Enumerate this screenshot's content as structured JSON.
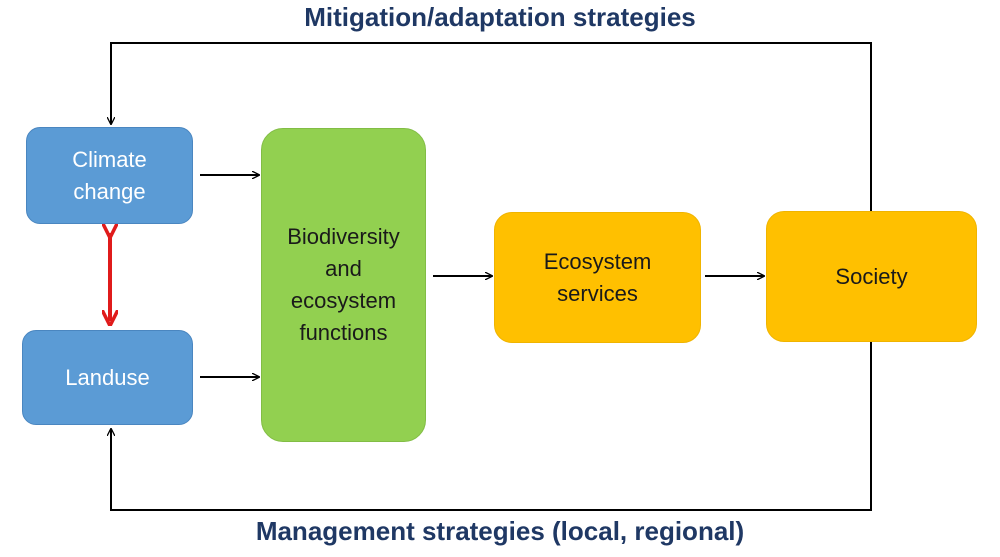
{
  "titles": {
    "top": "Mitigation/adaptation strategies",
    "bottom": "Management strategies (local, regional)"
  },
  "nodes": {
    "climate_change": "Climate\nchange",
    "landuse": "Landuse",
    "biodiversity": "Biodiversity\nand\necosystem\nfunctions",
    "ecosystem_services": "Ecosystem\nservices",
    "society": "Society"
  },
  "edges": [
    {
      "from": "climate_change",
      "to": "biodiversity",
      "style": "arrow"
    },
    {
      "from": "landuse",
      "to": "biodiversity",
      "style": "arrow"
    },
    {
      "from": "biodiversity",
      "to": "ecosystem_services",
      "style": "arrow"
    },
    {
      "from": "ecosystem_services",
      "to": "society",
      "style": "arrow"
    },
    {
      "from": "society",
      "to": "climate_change",
      "style": "feedback",
      "label_ref": "titles.top"
    },
    {
      "from": "society",
      "to": "landuse",
      "style": "feedback",
      "label_ref": "titles.bottom"
    },
    {
      "from": "climate_change",
      "to": "landuse",
      "style": "bidirectional"
    }
  ],
  "colors": {
    "title_text": "#1f3864",
    "blue_node": "#5b9bd5",
    "green_node": "#92d050",
    "orange_node": "#ffc000",
    "arrow": "#000000",
    "interaction_arrow": "#e01b1b"
  }
}
